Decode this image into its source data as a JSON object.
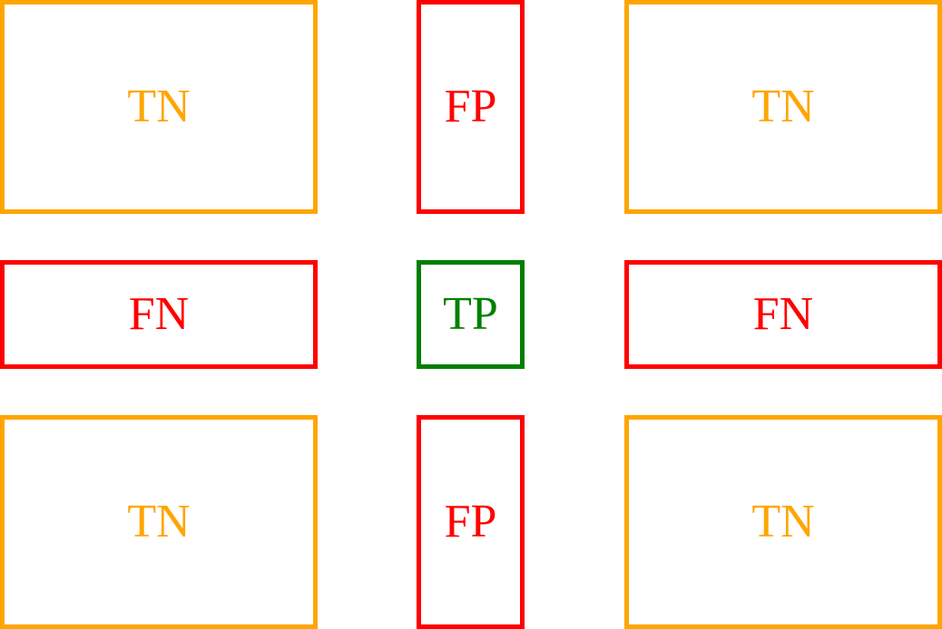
{
  "colors": {
    "true_negative": "#ffa500",
    "false_positive": "#ff0000",
    "false_negative": "#ff0000",
    "true_positive": "#008000"
  },
  "grid": {
    "top_left": {
      "label": "TN",
      "kind": "true_negative"
    },
    "top_center": {
      "label": "FP",
      "kind": "false_positive"
    },
    "top_right": {
      "label": "TN",
      "kind": "true_negative"
    },
    "middle_left": {
      "label": "FN",
      "kind": "false_negative"
    },
    "middle_center": {
      "label": "TP",
      "kind": "true_positive"
    },
    "middle_right": {
      "label": "FN",
      "kind": "false_negative"
    },
    "bottom_left": {
      "label": "TN",
      "kind": "true_negative"
    },
    "bottom_center": {
      "label": "FP",
      "kind": "false_positive"
    },
    "bottom_right": {
      "label": "TN",
      "kind": "true_negative"
    }
  }
}
